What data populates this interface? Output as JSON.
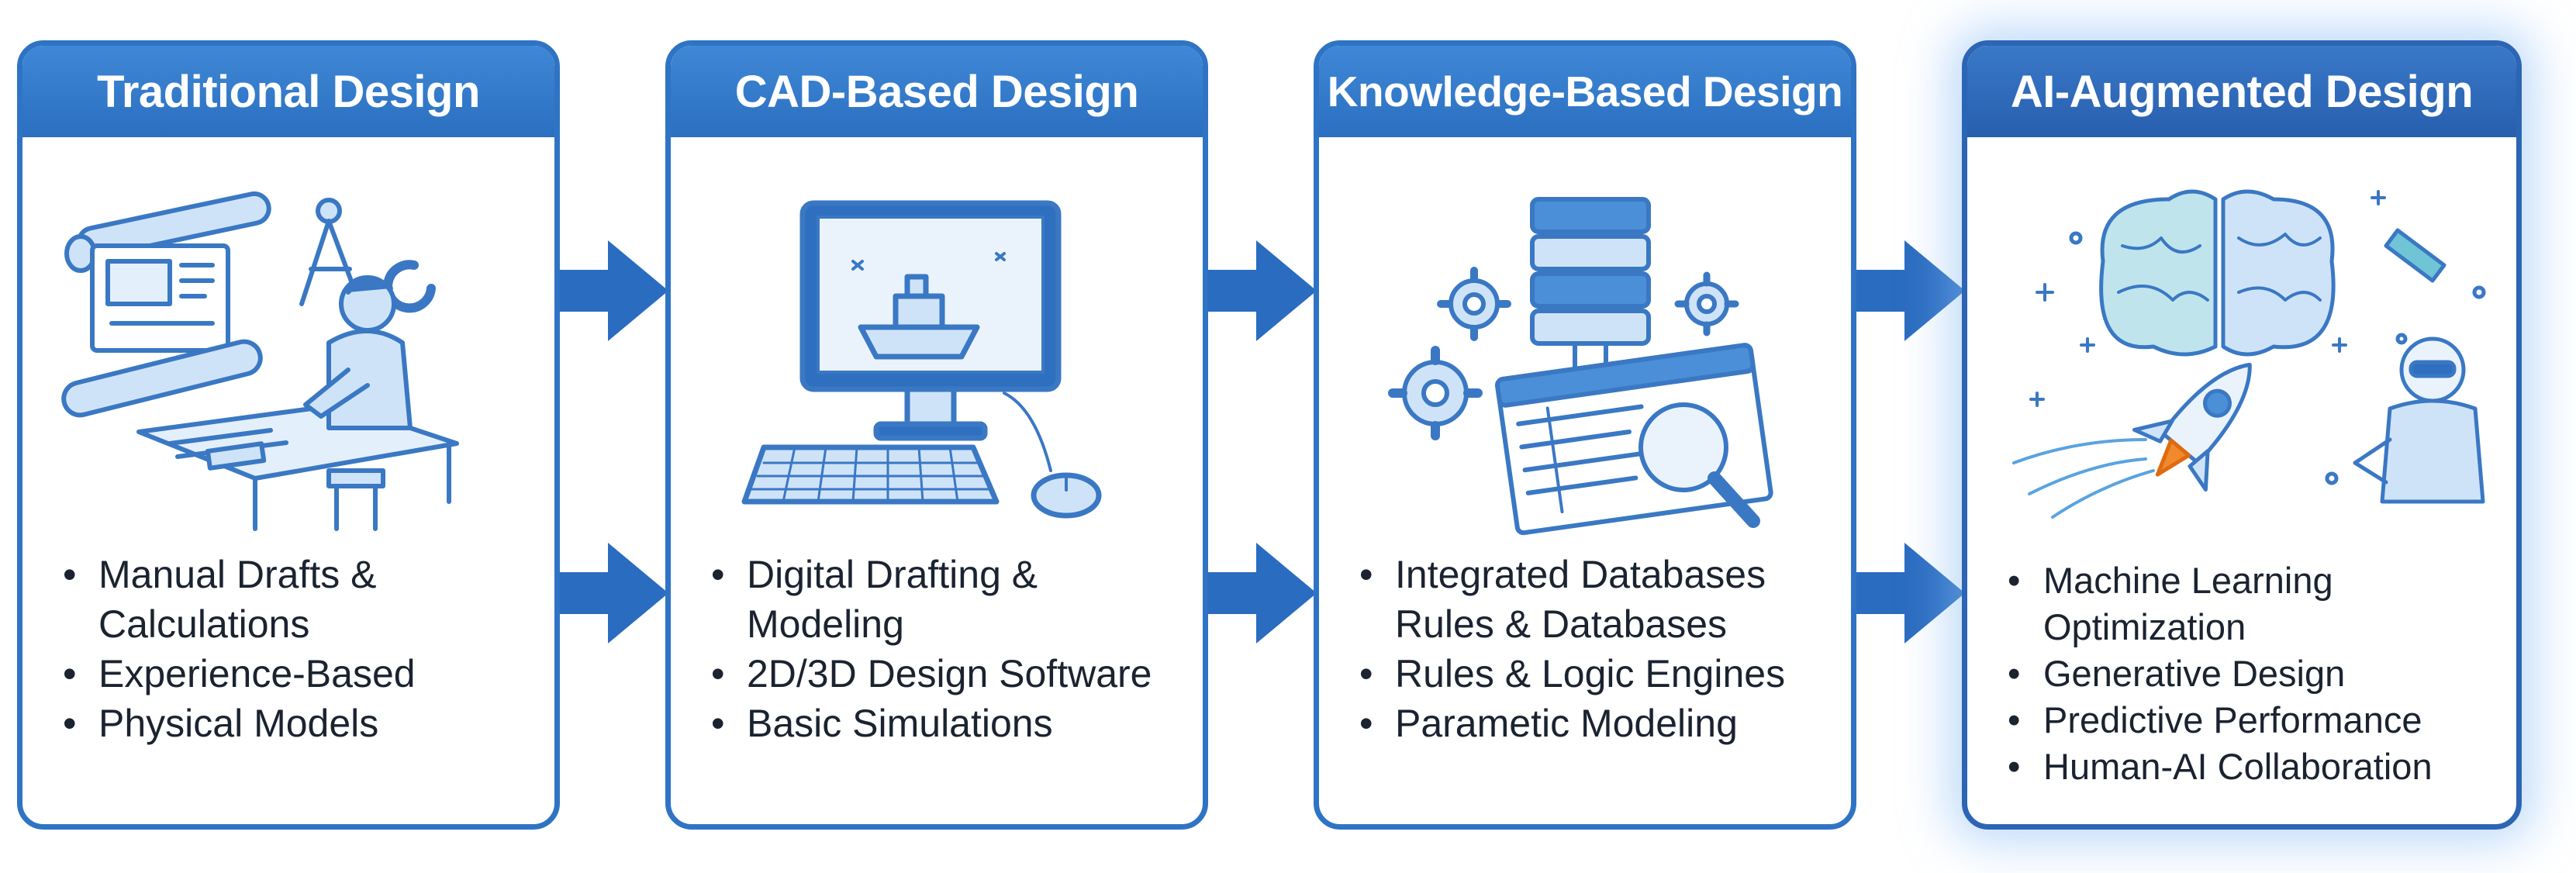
{
  "stages": [
    {
      "title": "Traditional Design",
      "icon": "drafting-person-icon",
      "bullets": [
        {
          "line1": "Manual Drafts &",
          "line2": "Calculations"
        },
        {
          "line1": "Experience-Based",
          "line2": ""
        },
        {
          "line1": "Physical Models",
          "line2": ""
        }
      ]
    },
    {
      "title": "CAD-Based Design",
      "icon": "computer-cad-icon",
      "bullets": [
        {
          "line1": "Digital Drafting &",
          "line2": "Modeling"
        },
        {
          "line1": "2D/3D Design Software",
          "line2": ""
        },
        {
          "line1": "Basic Simulations",
          "line2": ""
        }
      ]
    },
    {
      "title": "Knowledge-Based Design",
      "icon": "database-gears-icon",
      "bullets": [
        {
          "line1": "Integrated Databases",
          "line2": "Rules & Databases"
        },
        {
          "line1": "Rules & Logic Engines",
          "line2": ""
        },
        {
          "line1": "Parametic Modeling",
          "line2": ""
        }
      ]
    },
    {
      "title": "AI-Augmented Design",
      "icon": "ai-brain-rocket-icon",
      "bullets": [
        {
          "line1": "Machine Learning",
          "line2": "Optimization"
        },
        {
          "line1": "Generative Design",
          "line2": ""
        },
        {
          "line1": "Predictive Performance",
          "line2": ""
        },
        {
          "line1": "Human-AI Collaboration",
          "line2": ""
        }
      ]
    }
  ],
  "colors": {
    "frame": "#2f74c4",
    "header": "#3f88d6",
    "arrow": "#2a6cc0",
    "illustration": "#3a78c4",
    "illustration_fill": "#cfe3f8",
    "text": "#1b2330"
  }
}
